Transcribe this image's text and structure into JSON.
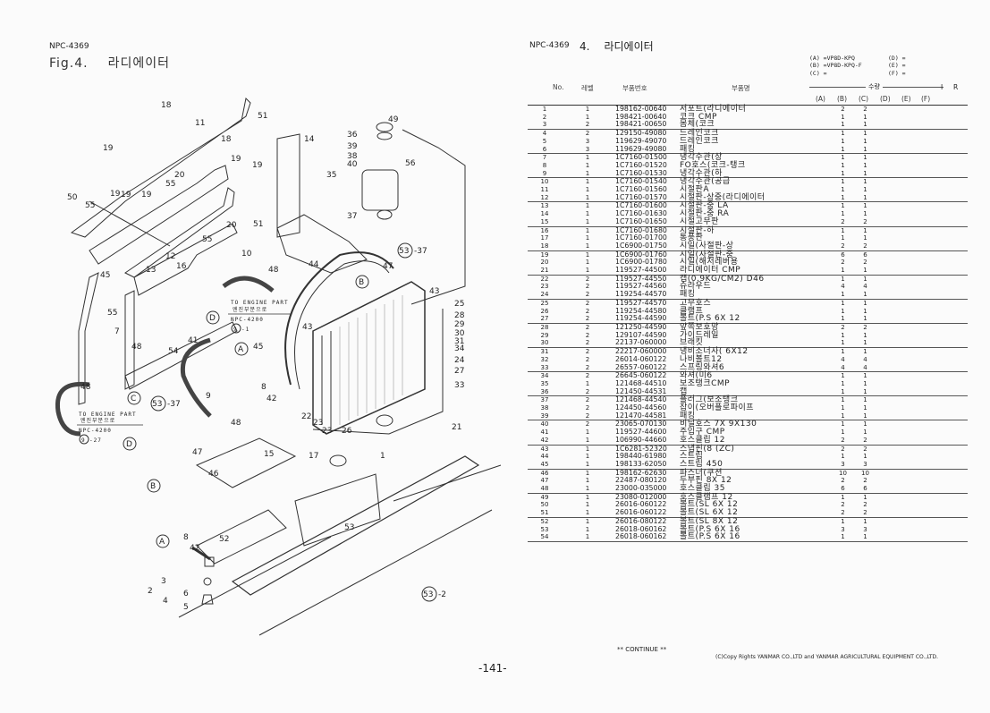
{
  "left_page": {
    "doc_code": "NPC-4369",
    "figure_label": "Fig.4.",
    "figure_title": "라디에이터",
    "page_number": "-141-",
    "engine_note_1": {
      "line1": "TO ENGINE PART",
      "line2": "엔진부분으로",
      "line3": "NPC-4200",
      "ref": "9",
      "ref_suffix": "-1"
    },
    "engine_note_2": {
      "line1": "TO ENGINE PART",
      "line2": "엔진부분으로",
      "line3": "NPC-4200",
      "ref": "9",
      "ref_suffix": "-27"
    },
    "callouts": [
      "18",
      "11",
      "18",
      "19",
      "19",
      "20",
      "55",
      "19",
      "50",
      "19",
      "19",
      "55",
      "20",
      "51",
      "14",
      "51",
      "19",
      "12",
      "16",
      "55",
      "13",
      "45",
      "55",
      "10",
      "48",
      "7",
      "48",
      "54",
      "41",
      "48",
      "9",
      "48",
      "45",
      "8",
      "42",
      "47",
      "46",
      "15",
      "17",
      "1",
      "53",
      "52",
      "8",
      "42",
      "3",
      "2",
      "4",
      "6",
      "5",
      "36",
      "39",
      "38",
      "40",
      "35",
      "37",
      "56",
      "49",
      "44",
      "43",
      "47",
      "25",
      "28",
      "29",
      "30",
      "31",
      "34",
      "24",
      "27",
      "33",
      "22",
      "23",
      "23",
      "26",
      "21",
      "43"
    ],
    "ref_circles": [
      "A",
      "B",
      "C",
      "D",
      "53"
    ],
    "ref_53_suffixes": [
      "-37",
      "-37",
      "-2"
    ]
  },
  "right_page": {
    "doc_code": "NPC-4369",
    "section_num": "4.",
    "section_title": "라디에이터",
    "models": {
      "A": "(A) =VP8D-KPQ",
      "B": "(B) =VP8D-KPQ-F",
      "C": "(C) =",
      "D": "(D) =",
      "E": "(E) =",
      "F": "(F) ="
    },
    "headers": {
      "no": "No.",
      "level": "레벨",
      "part_no": "부품번호",
      "part_name": "부품명",
      "qty": "수량",
      "i": "I",
      "r": "R"
    },
    "qty_columns": [
      "(A)",
      "(B)",
      "(C)",
      "(D)",
      "(E)",
      "(F)"
    ],
    "rows": [
      {
        "no": "1",
        "lv": "1",
        "pn": "198162-00640",
        "name": "서포트(라디에이터",
        "a": "2",
        "b": "2"
      },
      {
        "no": "2",
        "lv": "1",
        "pn": "198421-00640",
        "name": "코크 CMP",
        "a": "1",
        "b": "1"
      },
      {
        "no": "3",
        "lv": "2",
        "pn": "198421-00650",
        "name": "몸체(코크",
        "a": "1",
        "b": "1"
      },
      {
        "no": "4",
        "lv": "2",
        "pn": "129150-49080",
        "name": "드레인코크",
        "a": "1",
        "b": "1"
      },
      {
        "no": "5",
        "lv": "3",
        "pn": "119629-49070",
        "name": "드레인코크",
        "a": "1",
        "b": "1"
      },
      {
        "no": "6",
        "lv": "3",
        "pn": "119629-49080",
        "name": "패킹",
        "a": "1",
        "b": "1"
      },
      {
        "no": "7",
        "lv": "1",
        "pn": "1C7160-01500",
        "name": "냉각수관(상",
        "a": "1",
        "b": "1"
      },
      {
        "no": "8",
        "lv": "1",
        "pn": "1C7160-01520",
        "name": "FO호스(코크-탱크",
        "a": "1",
        "b": "1"
      },
      {
        "no": "9",
        "lv": "1",
        "pn": "1C7160-01530",
        "name": "냉각수관(하",
        "a": "1",
        "b": "1"
      },
      {
        "no": "10",
        "lv": "1",
        "pn": "1C7160-01540",
        "name": "냉각수관(공급",
        "a": "1",
        "b": "1"
      },
      {
        "no": "11",
        "lv": "1",
        "pn": "1C7160-01560",
        "name": "시절판A",
        "a": "1",
        "b": "1"
      },
      {
        "no": "12",
        "lv": "1",
        "pn": "1C7160-01570",
        "name": "시절판-상중(라디에이터",
        "a": "1",
        "b": "1"
      },
      {
        "no": "13",
        "lv": "1",
        "pn": "1C7160-01600",
        "name": "시절판-중 LA",
        "a": "1",
        "b": "1"
      },
      {
        "no": "14",
        "lv": "1",
        "pn": "1C7160-01630",
        "name": "시절판-중 RA",
        "a": "1",
        "b": "1"
      },
      {
        "no": "15",
        "lv": "1",
        "pn": "1C7160-01650",
        "name": "시절고무판",
        "a": "2",
        "b": "2"
      },
      {
        "no": "16",
        "lv": "1",
        "pn": "1C7160-01680",
        "name": "시절판-하",
        "a": "1",
        "b": "1"
      },
      {
        "no": "17",
        "lv": "1",
        "pn": "1C7160-01700",
        "name": "통풍판",
        "a": "1",
        "b": "1"
      },
      {
        "no": "18",
        "lv": "1",
        "pn": "1C6900-01750",
        "name": "시일(사절판-상",
        "a": "2",
        "b": "2"
      },
      {
        "no": "19",
        "lv": "1",
        "pn": "1C6900-01760",
        "name": "시일(사절판-중",
        "a": "6",
        "b": "6"
      },
      {
        "no": "20",
        "lv": "1",
        "pn": "1C6900-01780",
        "name": "시일(해저레버용",
        "a": "2",
        "b": "2"
      },
      {
        "no": "21",
        "lv": "1",
        "pn": "119527-44500",
        "name": "라디에이터 CMP",
        "a": "1",
        "b": "1"
      },
      {
        "no": "22",
        "lv": "2",
        "pn": "119527-44550",
        "name": "캡(0.9KG/CM2) D46",
        "a": "1",
        "b": "1"
      },
      {
        "no": "23",
        "lv": "2",
        "pn": "119527-44560",
        "name": "슈라우드",
        "a": "4",
        "b": "4"
      },
      {
        "no": "24",
        "lv": "2",
        "pn": "119254-44570",
        "name": "패킹",
        "a": "1",
        "b": "1"
      },
      {
        "no": "25",
        "lv": "2",
        "pn": "119527-44570",
        "name": "고무호스",
        "a": "1",
        "b": "1"
      },
      {
        "no": "26",
        "lv": "2",
        "pn": "119254-44580",
        "name": "클램프",
        "a": "1",
        "b": "1"
      },
      {
        "no": "27",
        "lv": "2",
        "pn": "119254-44590",
        "name": "볼트(P.S  6X 12",
        "a": "1",
        "b": "1"
      },
      {
        "no": "28",
        "lv": "2",
        "pn": "121250-44590",
        "name": "앞쪽보호망",
        "a": "2",
        "b": "2"
      },
      {
        "no": "29",
        "lv": "2",
        "pn": "129107-44590",
        "name": "가이드레일",
        "a": "1",
        "b": "1"
      },
      {
        "no": "30",
        "lv": "2",
        "pn": "22137-060000",
        "name": "브래킷",
        "a": "1",
        "b": "1"
      },
      {
        "no": "31",
        "lv": "2",
        "pn": "22217-060000",
        "name": "냉비소너사(  6X12",
        "a": "1",
        "b": "1"
      },
      {
        "no": "32",
        "lv": "2",
        "pn": "26014-060122",
        "name": "나비볼트12",
        "a": "4",
        "b": "4"
      },
      {
        "no": "33",
        "lv": "2",
        "pn": "26557-060122",
        "name": "스프링와셔6",
        "a": "4",
        "b": "4"
      },
      {
        "no": "34",
        "lv": "2",
        "pn": "26645-060122",
        "name": "와셔(미6",
        "a": "1",
        "b": "1"
      },
      {
        "no": "35",
        "lv": "1",
        "pn": "121468-44510",
        "name": "보조탱크CMP",
        "a": "1",
        "b": "1"
      },
      {
        "no": "36",
        "lv": "2",
        "pn": "121450-44531",
        "name": "캡",
        "a": "1",
        "b": "1"
      },
      {
        "no": "37",
        "lv": "2",
        "pn": "121468-44540",
        "name": "플러그(보조탱크",
        "a": "1",
        "b": "1"
      },
      {
        "no": "38",
        "lv": "2",
        "pn": "124450-44560",
        "name": "잡이(오버플로파이프",
        "a": "1",
        "b": "1"
      },
      {
        "no": "39",
        "lv": "2",
        "pn": "121470-44581",
        "name": "패킹",
        "a": "1",
        "b": "1"
      },
      {
        "no": "40",
        "lv": "2",
        "pn": "23065-070130",
        "name": "비닐호스 7X 9X130",
        "a": "1",
        "b": "1"
      },
      {
        "no": "41",
        "lv": "1",
        "pn": "119527-44600",
        "name": "주입구 CMP",
        "a": "1",
        "b": "1"
      },
      {
        "no": "42",
        "lv": "1",
        "pn": "106990-44660",
        "name": "호스클립 12",
        "a": "2",
        "b": "2"
      },
      {
        "no": "43",
        "lv": "1",
        "pn": "1C6281-52320",
        "name": "스냅핀(8 (ZC)",
        "a": "2",
        "b": "2"
      },
      {
        "no": "44",
        "lv": "1",
        "pn": "198440-61980",
        "name": "스트립",
        "a": "1",
        "b": "1"
      },
      {
        "no": "45",
        "lv": "1",
        "pn": "198133-62050",
        "name": "스트립  450",
        "a": "3",
        "b": "3"
      },
      {
        "no": "46",
        "lv": "1",
        "pn": "198162-62630",
        "name": "파스너(쿠션",
        "a": "10",
        "b": "10"
      },
      {
        "no": "47",
        "lv": "1",
        "pn": "22487-080120",
        "name": "두부핀  8X 12",
        "a": "2",
        "b": "2"
      },
      {
        "no": "48",
        "lv": "1",
        "pn": "23000-035000",
        "name": "호스클립  35",
        "a": "6",
        "b": "6"
      },
      {
        "no": "49",
        "lv": "1",
        "pn": "23080-012000",
        "name": "호스클램프 12",
        "a": "1",
        "b": "1"
      },
      {
        "no": "50",
        "lv": "1",
        "pn": "26016-060122",
        "name": "볼트(SL  6X 12",
        "a": "2",
        "b": "2"
      },
      {
        "no": "51",
        "lv": "1",
        "pn": "26016-060122",
        "name": "볼트(SL  6X 12",
        "a": "2",
        "b": "2"
      },
      {
        "no": "52",
        "lv": "1",
        "pn": "26016-080122",
        "name": "볼트(SL  8X 12",
        "a": "1",
        "b": "1"
      },
      {
        "no": "53",
        "lv": "1",
        "pn": "26018-060162",
        "name": "볼트(P.S 6X 16",
        "a": "3",
        "b": "3"
      },
      {
        "no": "54",
        "lv": "1",
        "pn": "26018-060162",
        "name": "볼트(P.S 6X 16",
        "a": "1",
        "b": "1"
      }
    ],
    "continue_note": "** CONTINUE **",
    "copyright": "(C)Copy Rights  YANMAR CO.,LTD and YANMAR AGRICULTURAL EQUIPMENT CO.,LTD."
  }
}
